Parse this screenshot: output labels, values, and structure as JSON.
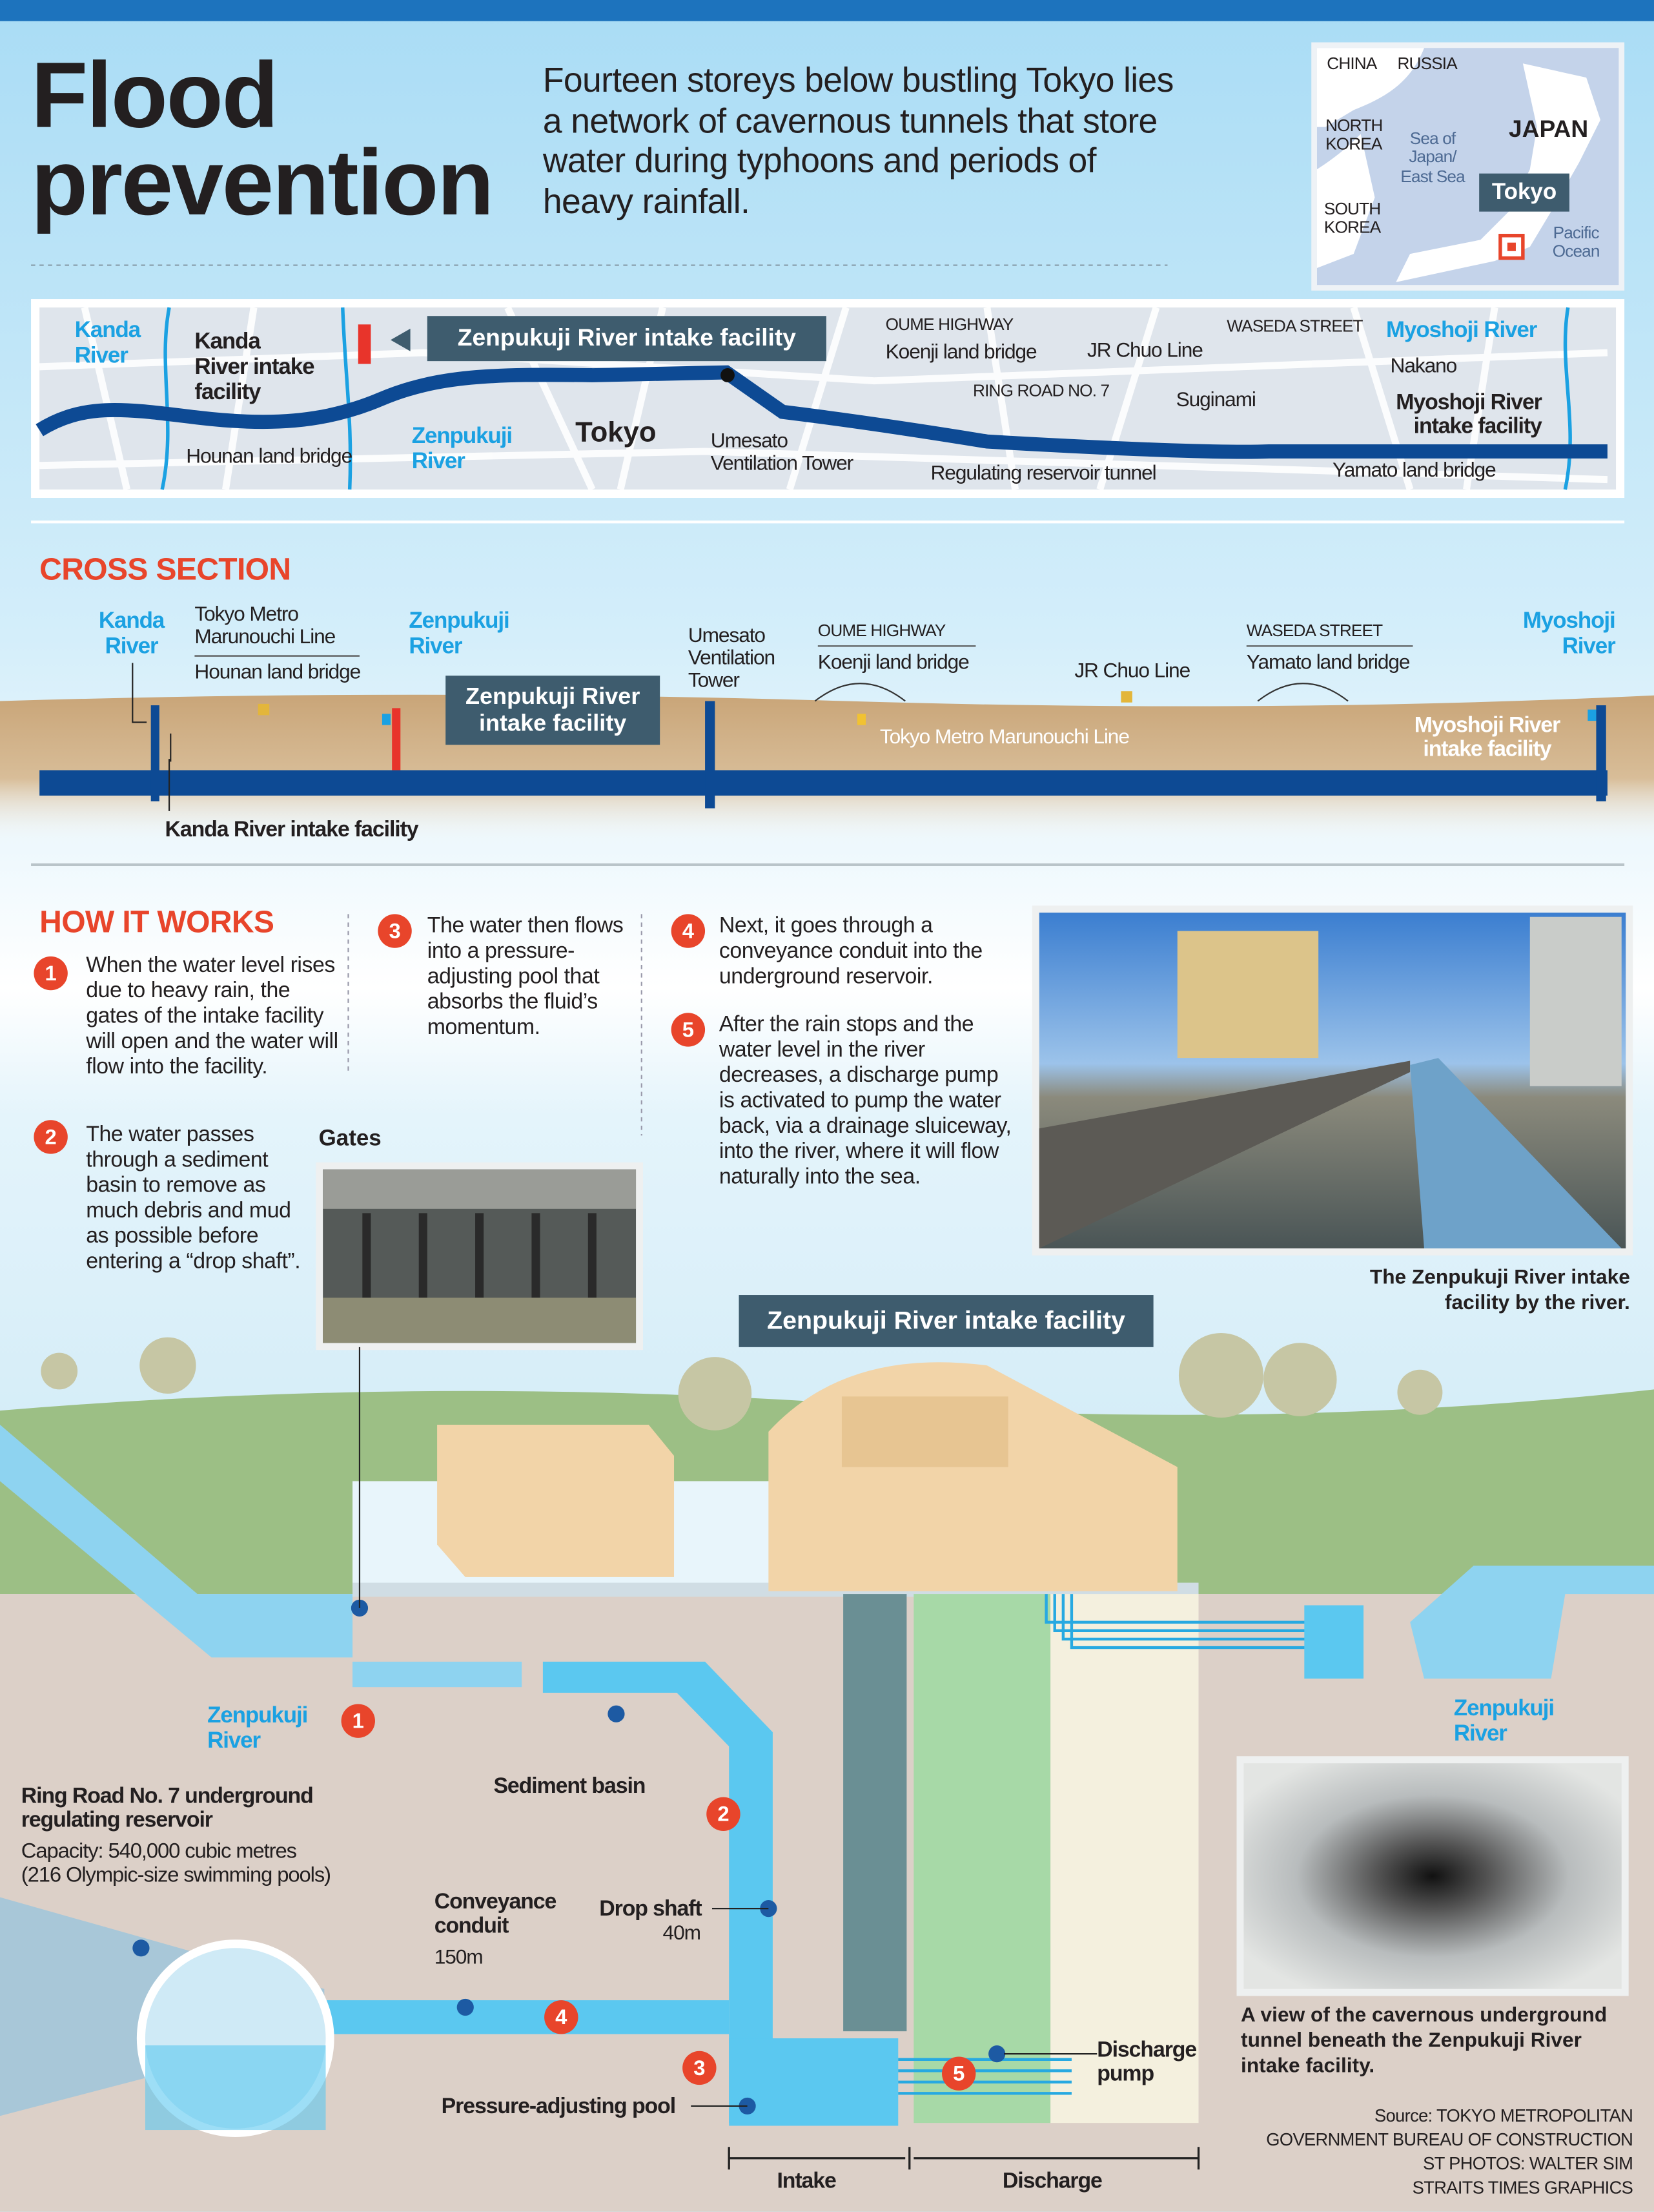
{
  "header": {
    "title": "Flood\nprevention",
    "intro": "Fourteen storeys below bustling Tokyo lies a network of cavernous tunnels that store water during typhoons and periods of heavy rainfall."
  },
  "inset_map": {
    "china": "CHINA",
    "russia": "RUSSIA",
    "north_korea": "NORTH\nKOREA",
    "south_korea": "SOUTH\nKOREA",
    "sea": "Sea of\nJapan/\nEast Sea",
    "japan": "JAPAN",
    "tokyo": "Tokyo",
    "ocean": "Pacific\nOcean"
  },
  "route_map": {
    "kanda_river": "Kanda\nRiver",
    "kanda_facility": "Kanda\nRiver intake\nfacility",
    "hounan": "Hounan land bridge",
    "zenpukuji_river": "Zenpukuji\nRiver",
    "tokyo": "Tokyo",
    "zenpukuji_facility": "Zenpukuji River intake facility",
    "umesato": "Umesato\nVentilation Tower",
    "oume": "OUME HIGHWAY",
    "koenji": "Koenji land bridge",
    "ring_road": "RING ROAD NO. 7",
    "reservoir_tunnel": "Regulating reservoir tunnel",
    "jr_chuo": "JR Chuo Line",
    "suginami": "Suginami",
    "waseda": "WASEDA STREET",
    "myoshoji_river": "Myoshoji River",
    "nakano": "Nakano",
    "myoshoji_facility": "Myoshoji River\nintake facility",
    "yamato": "Yamato land bridge"
  },
  "cross_section": {
    "heading": "CROSS SECTION",
    "kanda_river": "Kanda\nRiver",
    "metro_top": "Tokyo Metro\nMarunouchi Line",
    "hounan": "Hounan land bridge",
    "zenpukuji_river": "Zenpukuji\nRiver",
    "zenpukuji_facility": "Zenpukuji River\nintake facility",
    "umesato": "Umesato\nVentilation\nTower",
    "oume": "OUME HIGHWAY",
    "koenji": "Koenji land bridge",
    "metro_mid": "Tokyo Metro Marunouchi Line",
    "jr_chuo": "JR Chuo Line",
    "waseda": "WASEDA STREET",
    "yamato": "Yamato land bridge",
    "myoshoji_river": "Myoshoji\nRiver",
    "myoshoji_facility": "Myoshoji River\nintake facility",
    "kanda_facility": "Kanda River intake facility"
  },
  "how_it_works": {
    "heading": "HOW IT WORKS",
    "steps": [
      {
        "n": "1",
        "text": "When the water level rises due to heavy rain, the gates of the intake facility will open and the water will flow into the facility."
      },
      {
        "n": "2",
        "text": "The water passes through a sediment basin to remove as much debris and mud as possible before entering a “drop shaft”."
      },
      {
        "n": "3",
        "text": "The water then flows into a pressure-adjusting pool that absorbs the fluid’s momentum."
      },
      {
        "n": "4",
        "text": "Next, it goes through a conveyance conduit into the underground reservoir."
      },
      {
        "n": "5",
        "text": "After the rain stops and the water level in the river decreases, a discharge pump is activated to pump the water back, via a drainage sluiceway, into the river, where it will flow naturally into the sea."
      }
    ],
    "gates_label": "Gates",
    "photo_caption": "The Zenpukuji River intake facility by the river."
  },
  "diagram": {
    "title": "Zenpukuji River intake facility",
    "river_left": "Zenpukuji\nRiver",
    "river_right": "Zenpukuji\nRiver",
    "sediment": "Sediment basin",
    "reservoir_title": "Ring Road No. 7 underground regulating reservoir",
    "reservoir_capacity": "Capacity: 540,000 cubic metres\n(216 Olympic-size swimming pools)",
    "conduit": "Conveyance\nconduit",
    "conduit_len": "150m",
    "drop_shaft": "Drop shaft",
    "drop_len": "40m",
    "pool": "Pressure-adjusting pool",
    "pump": "Discharge\npump",
    "intake": "Intake",
    "discharge": "Discharge",
    "tunnel_caption": "A view of the cavernous underground tunnel beneath the Zenpukuji River intake facility.",
    "source": "Source: TOKYO METROPOLITAN\nGOVERNMENT BUREAU OF CONSTRUCTION\nST PHOTOS: WALTER SIM\nSTRAITS TIMES GRAPHICS"
  },
  "colors": {
    "accent_red": "#e8452b",
    "tunnel_blue": "#0d4a94",
    "river_blue": "#1ba1e2",
    "label_box": "#3e5c6e"
  }
}
